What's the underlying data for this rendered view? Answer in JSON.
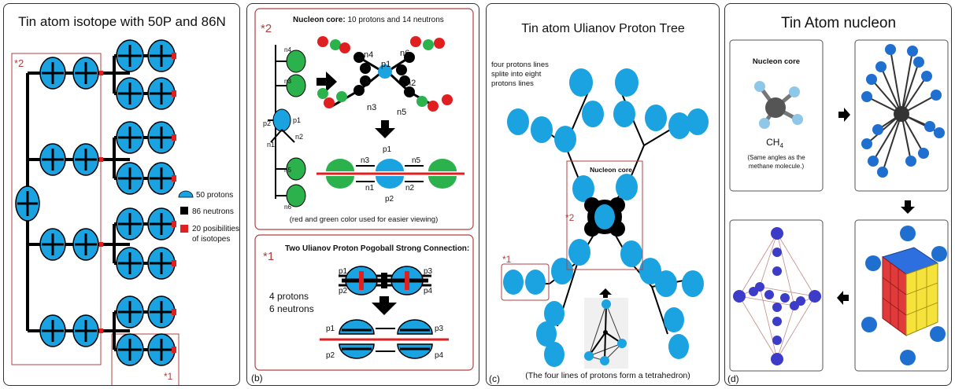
{
  "panel_a": {
    "title": "Tin atom isotope with 50P and 86N",
    "group_label": "*2",
    "pair_label": "*1",
    "legend": {
      "protons": "50 protons",
      "neutrons": "86 neutrons",
      "isotopes_line1": "20 posibilities",
      "isotopes_line2": "of isotopes"
    }
  },
  "panel_b": {
    "core_title_bold": "Nucleon core:",
    "core_title_rest": " 10 protons  and  14 neutrons",
    "core_mark": "*2",
    "tree_labels": {
      "n4": "n4",
      "n3": "n3",
      "n5": "n5",
      "n6": "n6",
      "n1": "n1",
      "n2": "n2",
      "p1": "p1",
      "p2": "p2"
    },
    "color_note": "(red and green color used for easier viewing)",
    "pogoball_title": "Two Ulianov Proton Pogoball Strong Connection:",
    "pogoball_mark": "*1",
    "count_protons": "4 protons",
    "count_neutrons": "6 neutrons",
    "p_labels": {
      "p1": "p1",
      "p2": "p2",
      "p3": "p3",
      "p4": "p4"
    },
    "panel_label": "(b)"
  },
  "panel_c": {
    "title": "Tin atom Ulianov Proton Tree",
    "note_line1": "four protons lines",
    "note_line2": "splite into eight",
    "note_line3": "protons lines",
    "core_label": "Nucleon core",
    "mark2": "*2",
    "mark1": "*1",
    "caption": "(The four lines of protons form a tetrahedron)",
    "panel_label": "(c)"
  },
  "panel_d": {
    "title": "Tin Atom nucleon",
    "core_title": "Nucleon core",
    "formula": "CH",
    "formula_sub": "4",
    "note_line1": "(Same angles as the",
    "note_line2": "methane molecule.)",
    "panel_label": "(d)"
  },
  "colors": {
    "proton_blue": "#1aa3e0",
    "neutron_black": "#000000",
    "isotope_red": "#e02020",
    "green": "#2bb24c",
    "frame_red": "#b04040",
    "deep_blue": "#1e6fd0",
    "purple": "#3c3cc8"
  }
}
